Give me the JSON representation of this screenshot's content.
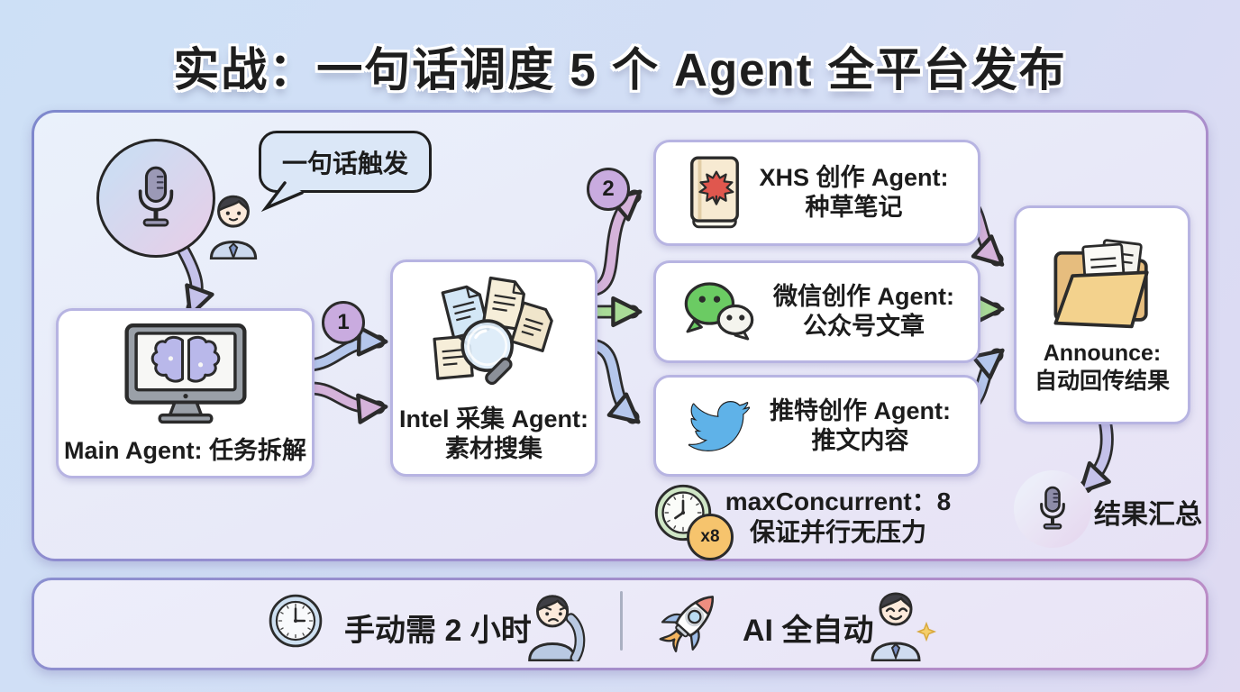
{
  "title": "实战：一句话调度 5 个 Agent 全平台发布",
  "flow": {
    "trigger_bubble": "一句话触发",
    "step_badges": {
      "one": "1",
      "two": "2"
    },
    "main_agent": {
      "label": "Main Agent: 任务拆解"
    },
    "intel_agent": {
      "line1": "Intel 采集 Agent:",
      "line2": "素材搜集"
    },
    "xhs_agent": {
      "line1": "XHS 创作 Agent:",
      "line2": "种草笔记"
    },
    "wechat_agent": {
      "line1": "微信创作 Agent:",
      "line2": "公众号文章"
    },
    "twitter_agent": {
      "line1": "推特创作 Agent:",
      "line2": "推文内容"
    },
    "announce": {
      "line1": "Announce:",
      "line2": "自动回传结果"
    },
    "concurrency": {
      "badge": "x8",
      "line1": "maxConcurrent：8",
      "line2": "保证并行无压力"
    },
    "result": {
      "label": "结果汇总"
    }
  },
  "footer": {
    "manual_label": "手动需 2 小时",
    "auto_label": "AI 全自动"
  },
  "icons": {
    "voice": "microphone-icon",
    "main_agent": "monitor-brain-icon",
    "intel_agent": "documents-magnifier-icon",
    "xhs_agent": "book-maple-leaf-icon",
    "wechat_agent": "wechat-icon",
    "twitter_agent": "twitter-bird-icon",
    "announce": "folder-documents-icon",
    "concurrency": "clock-x8-icon",
    "result": "microphone-icon",
    "manual": "clock-icon",
    "manual_person": "tired-person-icon",
    "auto": "rocket-icon",
    "auto_person": "happy-person-icon"
  },
  "colors": {
    "background_top": "#cde0f6",
    "background_bottom": "#dfdaf2",
    "panel_border_start": "#7e88cd",
    "panel_border_end": "#bd8cc6",
    "node_border": "#b7b4e2",
    "arrow_blue": "#b5c7ec",
    "arrow_pink": "#d5b3da",
    "arrow_green": "#a9db97",
    "arrow_lavender": "#c5c2ea",
    "badge_purple": "#c9abdf",
    "badge_orange": "#f6c46d",
    "wechat_green": "#6bcb63",
    "twitter_blue": "#5fb2e8",
    "maple_red": "#e0574e",
    "folder_yellow": "#f3d28d",
    "text": "#1c1c1c"
  }
}
